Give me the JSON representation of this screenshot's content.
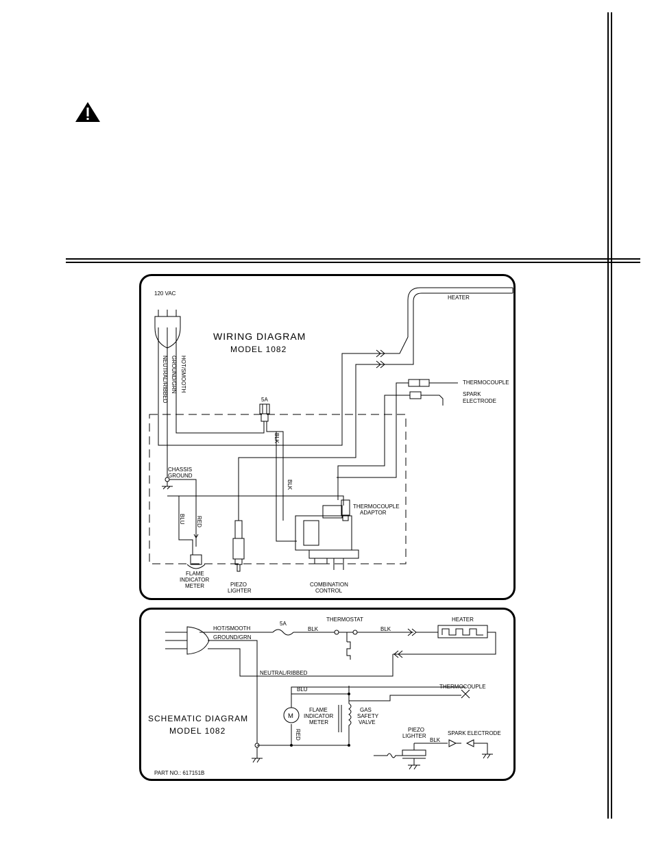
{
  "warning_icon": "warning-triangle-icon",
  "wiring": {
    "title": "WIRING DIAGRAM",
    "model": "MODEL 1082",
    "labels": {
      "vac": "120 VAC",
      "hot": "HOT/SMOOTH",
      "gnd": "GROUND/GRN",
      "neutral": "NEUTRAL/RIBBED",
      "fuse": "5A",
      "blk1": "BLK",
      "blk2": "BLK",
      "chassis1": "CHASSIS",
      "chassis2": "GROUND",
      "blu": "BLU",
      "red": "RED",
      "heater": "HEATER",
      "thermocouple": "THERMOCOUPLE",
      "spark1": "SPARK",
      "spark2": "ELECTRODE",
      "adaptor1": "THERMOCOUPLE",
      "adaptor2": "ADAPTOR",
      "flame1": "FLAME",
      "flame2": "INDICATOR",
      "flame3": "METER",
      "piezo1": "PIEZO",
      "piezo2": "LIGHTER",
      "combo1": "COMBINATION",
      "combo2": "CONTROL"
    }
  },
  "schematic": {
    "title": "SCHEMATIC DIAGRAM",
    "model": "MODEL 1082",
    "part_no": "PART NO.: 617151B",
    "labels": {
      "hot": "HOT/SMOOTH",
      "gnd": "GROUND/GRN",
      "fuse": "5A",
      "thermostat": "THERMOSTAT",
      "blk1": "BLK",
      "blk2": "BLK",
      "heater": "HEATER",
      "neutral": "NEUTRAL/RIBBED",
      "blu": "BLU",
      "thermocouple": "THERMOCOUPLE",
      "motor": "M",
      "flame1": "FLAME",
      "flame2": "INDICATOR",
      "flame3": "METER",
      "gas1": "GAS",
      "gas2": "SAFETY",
      "gas3": "VALVE",
      "red": "RED",
      "piezo1": "PIEZO",
      "piezo2": "LIGHTER",
      "blk3": "BLK",
      "spark": "SPARK ELECTRODE"
    }
  }
}
